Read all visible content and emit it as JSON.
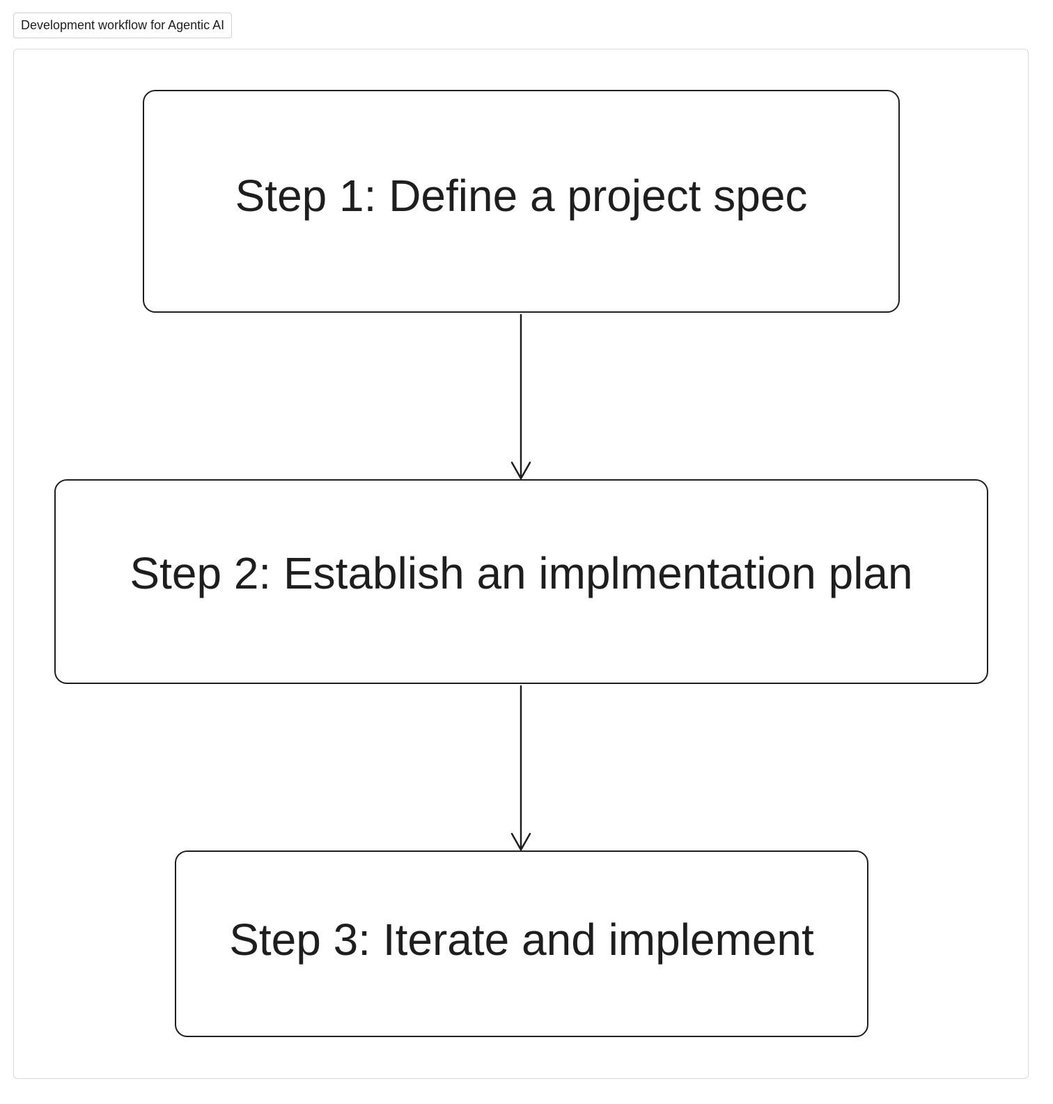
{
  "header": {
    "title": "Development workflow for Agentic AI"
  },
  "diagram": {
    "steps": [
      {
        "label": "Step 1: Define a project spec"
      },
      {
        "label": "Step 2: Establish an implmentation plan"
      },
      {
        "label": "Step 3: Iterate and implement"
      }
    ],
    "connectors": [
      {
        "from": "Step 1",
        "to": "Step 2"
      },
      {
        "from": "Step 2",
        "to": "Step 3"
      }
    ],
    "colors": {
      "stroke": "#1e1e1e",
      "background": "#ffffff",
      "frame_border": "#d9d9d9"
    }
  }
}
